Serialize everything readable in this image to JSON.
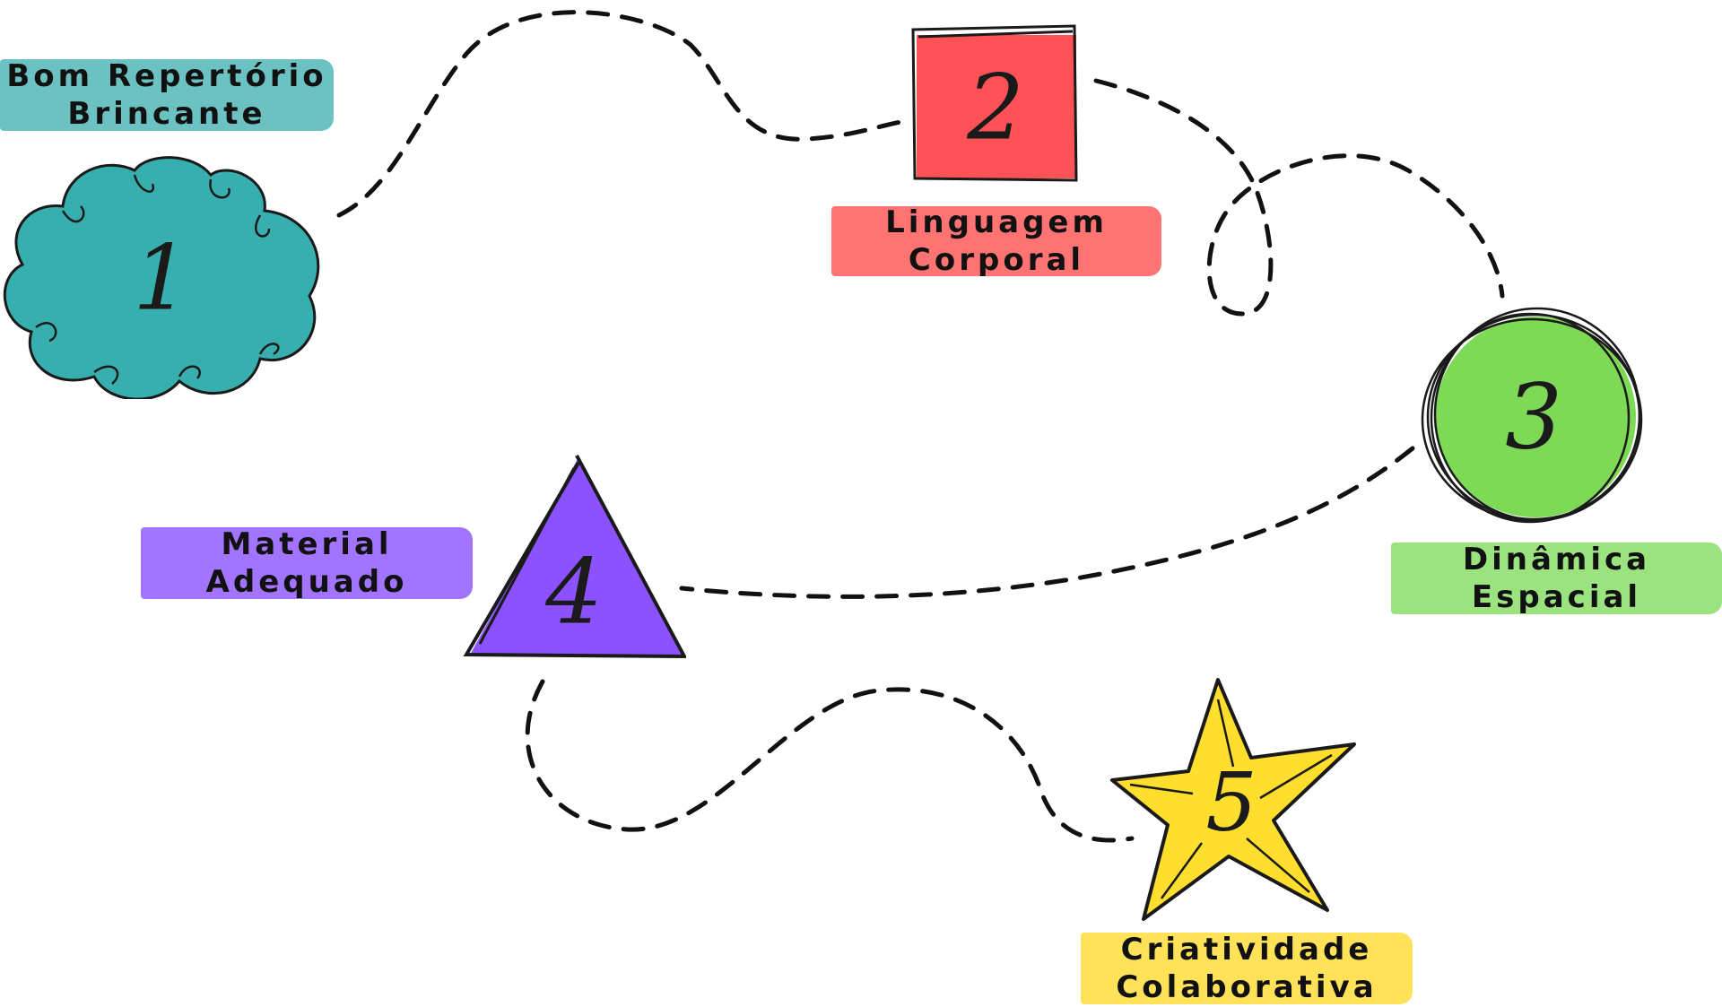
{
  "steps": [
    {
      "number": "1",
      "shape": "cloud",
      "color": "#38AFAF",
      "label_color": "#6CC2C2",
      "label_lines": [
        "Bom Repertório",
        "Brincante"
      ]
    },
    {
      "number": "2",
      "shape": "square",
      "color": "#FF5257",
      "label_color": "#FF7373",
      "label_lines": [
        "Linguagem",
        "Corporal"
      ]
    },
    {
      "number": "3",
      "shape": "circle",
      "color": "#7ED957",
      "label_color": "#9BE37E",
      "label_lines": [
        "Dinâmica",
        "Espacial"
      ]
    },
    {
      "number": "4",
      "shape": "triangle",
      "color": "#8C52FF",
      "label_color": "#A374FF",
      "label_lines": [
        "Material",
        "Adequado"
      ]
    },
    {
      "number": "5",
      "shape": "star",
      "color": "#FFDE2E",
      "label_color": "#FFE257",
      "label_lines": [
        "Criatividade",
        "Colaborativa"
      ]
    }
  ],
  "path_style": "dashed-line",
  "path_color": "#111111"
}
